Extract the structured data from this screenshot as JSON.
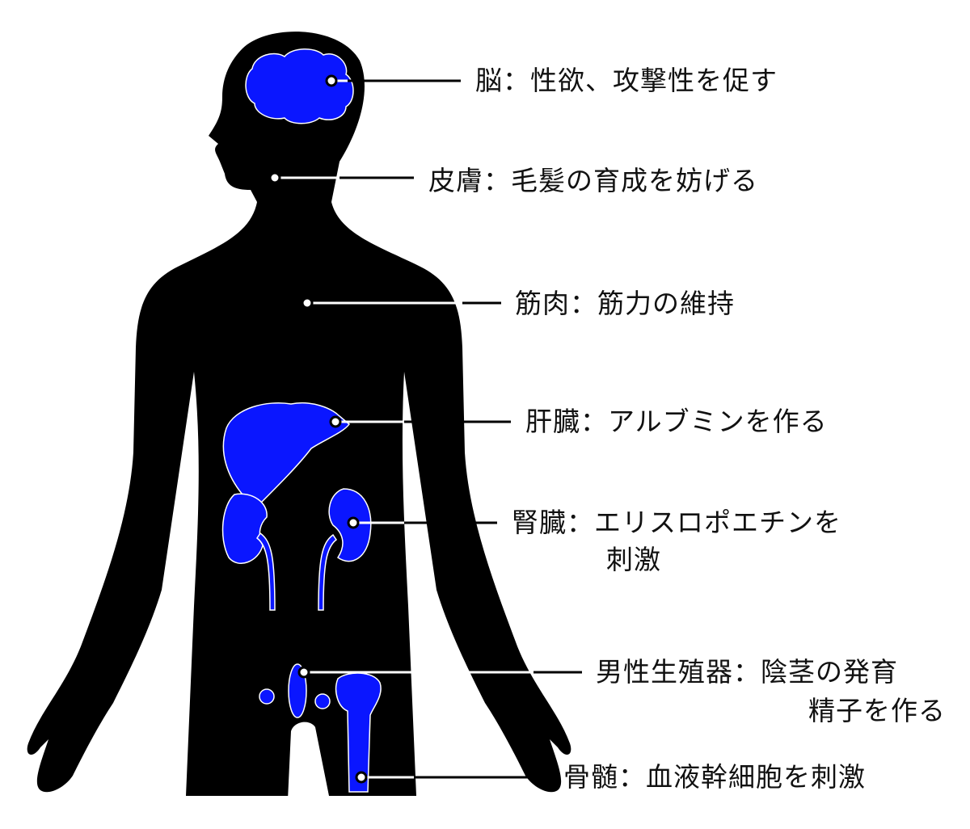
{
  "colors": {
    "organ": "#0a16ff",
    "body": "#000000",
    "line": "#000000"
  },
  "labels": {
    "brain": "脳：性欲、攻撃性を促す",
    "skin": "皮膚：毛髪の育成を妨げる",
    "muscle": "筋肉：筋力の維持",
    "liver": "肝臓：アルブミンを作る",
    "kidney_line1": "腎臓：エリスロポエチンを",
    "kidney_line2": "刺激",
    "genital_line1": "男性生殖器：陰茎の発育",
    "genital_line2": "精子を作る",
    "marrow": "骨髄：血液幹細胞を刺激"
  }
}
